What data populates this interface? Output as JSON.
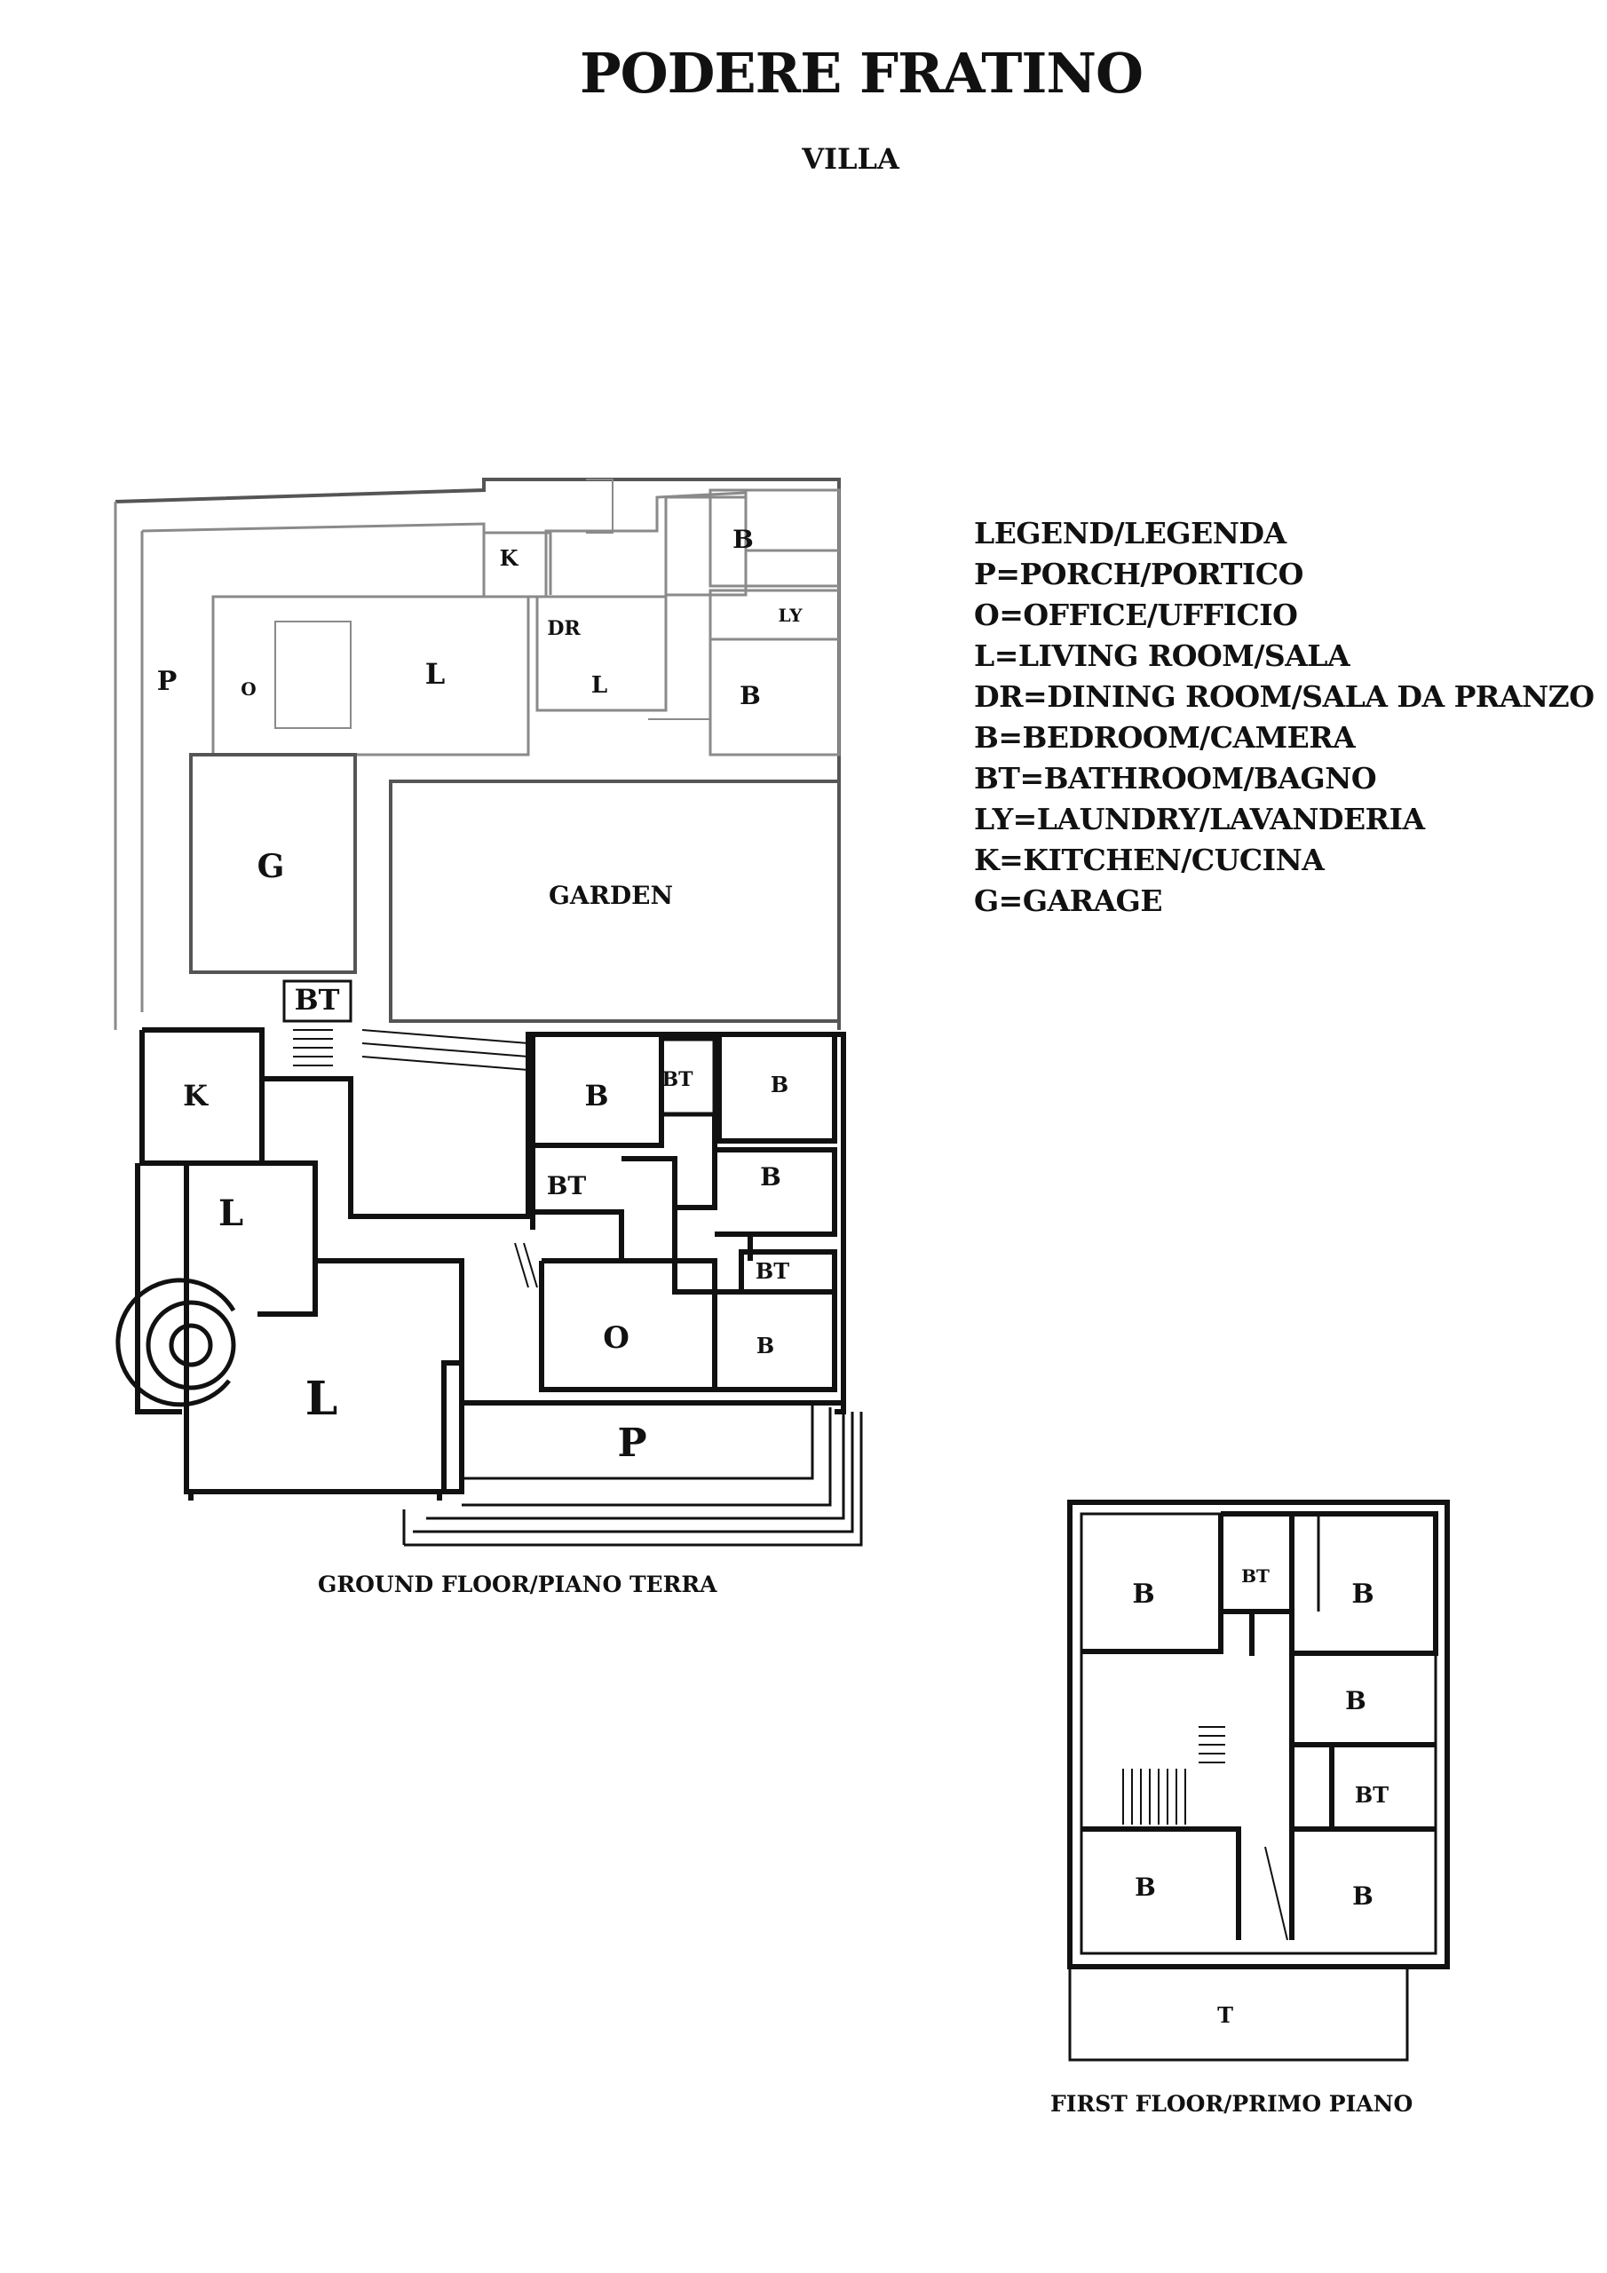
{
  "header": {
    "title": "PODERE FRATINO",
    "subtitle": "VILLA"
  },
  "legend": {
    "lines": [
      "LEGEND/LEGENDA",
      "P=PORCH/PORTICO",
      "O=OFFICE/UFFICIO",
      "L=LIVING ROOM/SALA",
      "DR=DINING ROOM/SALA DA PRANZO",
      "B=BEDROOM/CAMERA",
      "BT=BATHROOM/BAGNO",
      "LY=LAUNDRY/LAVANDERIA",
      "K=KITCHEN/CUCINA",
      "G=GARAGE"
    ]
  },
  "ground_floor": {
    "caption": "GROUND FLOOR/PIANO TERRA",
    "labels": {
      "k_top": "K",
      "b_top1": "B",
      "dr": "DR",
      "ly": "LY",
      "p_left": "P",
      "o_left": "O",
      "l_mid1": "L",
      "l_mid2": "L",
      "b_top2": "B",
      "g": "G",
      "garden": "GARDEN",
      "bt_small": "BT",
      "k_low": "K",
      "b_low1": "B",
      "bt_low1": "BT",
      "b_low2": "B",
      "l_low1": "L",
      "bt_low2": "BT",
      "b_low3": "B",
      "bt_low3": "BT",
      "o_low": "O",
      "b_low4": "B",
      "l_big": "L",
      "p_low": "P"
    }
  },
  "first_floor": {
    "caption": "FIRST FLOOR/PRIMO PIANO",
    "labels": {
      "b1": "B",
      "bt1": "BT",
      "b2": "B",
      "b3": "B",
      "bt2": "BT",
      "b4": "B",
      "b5": "B",
      "t": "T"
    }
  },
  "colors": {
    "line": "#111111",
    "faded_line": "#8a8a8a",
    "background": "#ffffff"
  }
}
